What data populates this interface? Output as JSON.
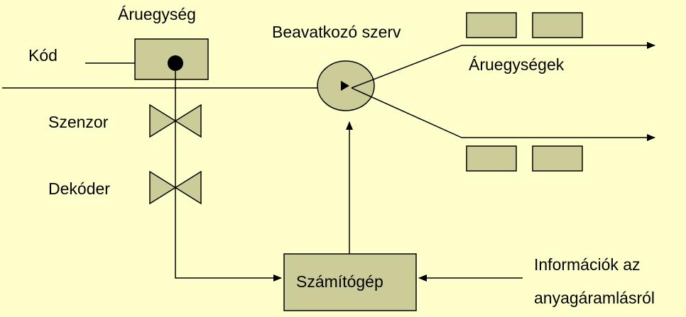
{
  "diagram": {
    "labels": {
      "unit": "Áruegység",
      "code": "Kód",
      "sensor": "Szenzor",
      "decoder": "Dekóder",
      "actuator": "Beavatkozó szerv",
      "units": "Áruegységek",
      "computer": "Számítógép",
      "info_line1": "Információk az",
      "info_line2": "anyagáramlásról"
    },
    "colors": {
      "background": "#ffffcc",
      "box_fill": "#cccc99",
      "stroke": "#000000"
    }
  }
}
